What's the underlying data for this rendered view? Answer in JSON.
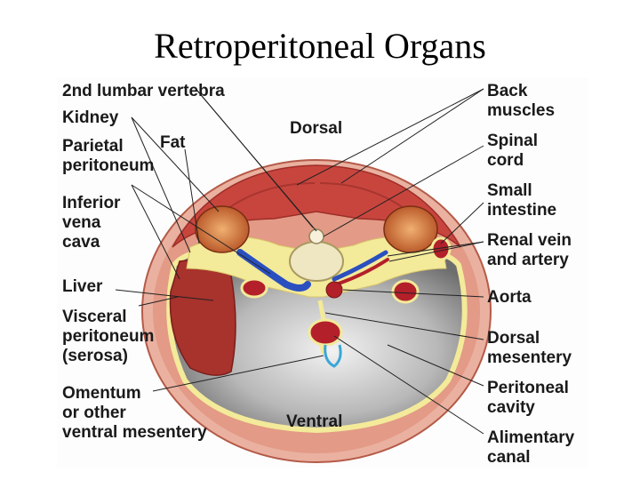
{
  "title": "Retroperitoneal Organs",
  "diagram": {
    "labels_left": {
      "lumbar_vertebra": "2nd lumbar vertebra",
      "kidney": "Kidney",
      "parietal_peritoneum": "Parietal\nperitoneum",
      "fat": "Fat",
      "inferior_vena_cava": "Inferior\nvena\ncava",
      "liver": "Liver",
      "visceral_peritoneum": "Visceral\nperitoneum\n(serosa)",
      "omentum": "Omentum\nor other\nventral mesentery"
    },
    "labels_center": {
      "dorsal": "Dorsal",
      "ventral": "Ventral"
    },
    "labels_right": {
      "back_muscles": "Back\nmuscles",
      "spinal_cord": "Spinal\ncord",
      "small_intestine": "Small\nintestine",
      "renal_vein_artery": "Renal vein\nand artery",
      "aorta": "Aorta",
      "dorsal_mesentery": "Dorsal\nmesentery",
      "peritoneal_cavity": "Peritoneal\ncavity",
      "alimentary_canal": "Alimentary\ncanal"
    },
    "colors": {
      "body_wall": "#e39a86",
      "muscle": "#c8453e",
      "fat": "#f3ea9a",
      "kidney": "#c25a2a",
      "liver": "#a8322c",
      "cavity": "#9a9a9a",
      "vein": "#2a4fbf",
      "artery": "#b3202a",
      "bone": "#efe6c2"
    }
  }
}
